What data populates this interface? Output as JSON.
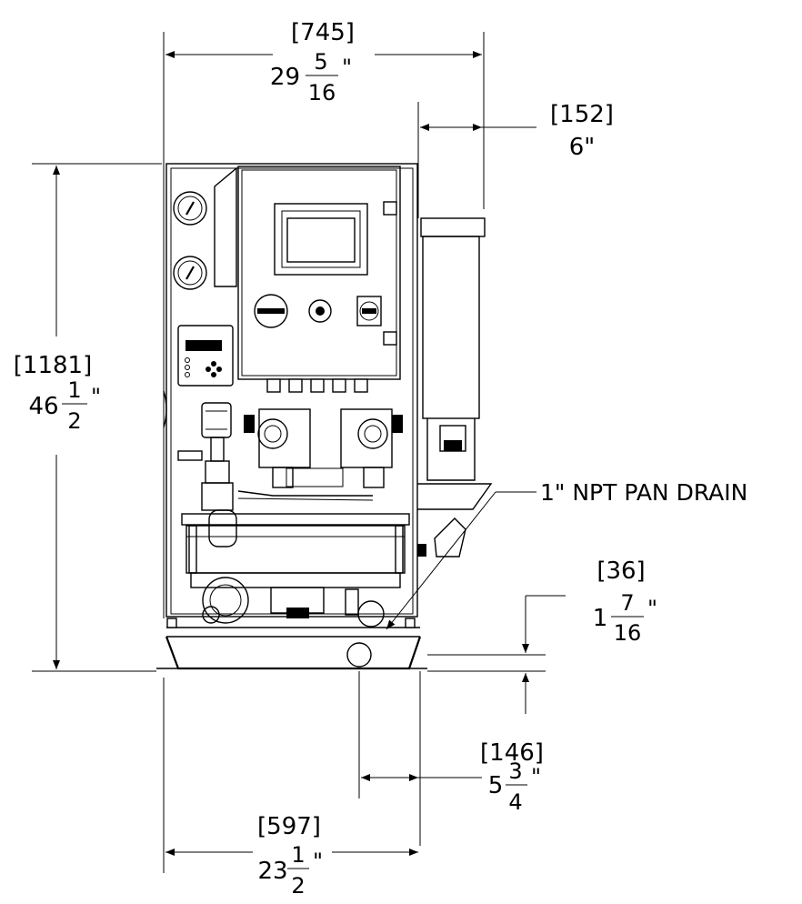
{
  "dimensions": {
    "overall_width": {
      "metric": "[745]",
      "whole": "29",
      "num": "5",
      "den": "16",
      "unit": "\""
    },
    "tank_offset": {
      "metric": "[152]",
      "value": "6\""
    },
    "overall_height": {
      "metric": "[1181]",
      "whole": "46",
      "num": "1",
      "den": "2",
      "unit": "\""
    },
    "drain_height": {
      "metric": "[36]",
      "whole": "1",
      "num": "7",
      "den": "16",
      "unit": "\""
    },
    "drain_offset": {
      "metric": "[146]",
      "whole": "5",
      "num": "3",
      "den": "4",
      "unit": "\""
    },
    "base_width": {
      "metric": "[597]",
      "whole": "23",
      "num": "1",
      "den": "2",
      "unit": "\""
    }
  },
  "callouts": {
    "pan_drain": "1\" NPT PAN DRAIN"
  }
}
